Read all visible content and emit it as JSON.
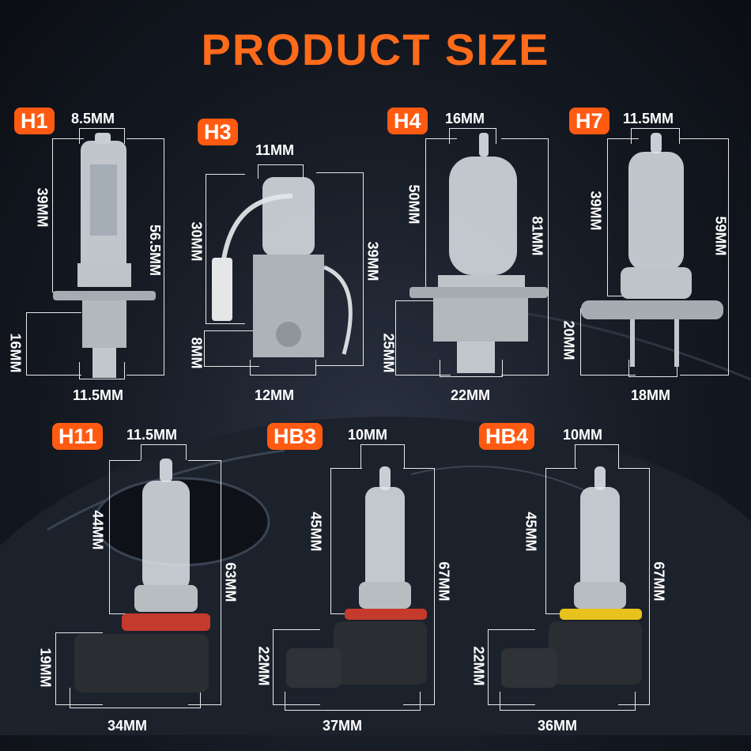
{
  "title": "PRODUCT SIZE",
  "colors": {
    "accent": "#ff5a12",
    "title": "#ff6b1a",
    "background": "#151a23"
  },
  "bulbs": [
    {
      "name": "H1",
      "top": "8.5MM",
      "left_v": "39MM",
      "right_v": "56.5MM",
      "base_v": "16MM",
      "bottom": "11.5MM"
    },
    {
      "name": "H3",
      "top": "11MM",
      "left_v": "30MM",
      "right_v": "39MM",
      "base_v": "8MM",
      "bottom": "12MM"
    },
    {
      "name": "H4",
      "top": "16MM",
      "left_v": "50MM",
      "right_v": "81MM",
      "base_v": "25MM",
      "bottom": "22MM"
    },
    {
      "name": "H7",
      "top": "11.5MM",
      "left_v": "39MM",
      "right_v": "59MM",
      "base_v": "20MM",
      "bottom": "18MM"
    },
    {
      "name": "H11",
      "top": "11.5MM",
      "left_v": "44MM",
      "right_v": "63MM",
      "base_v": "19MM",
      "bottom": "34MM"
    },
    {
      "name": "HB3",
      "top": "10MM",
      "left_v": "45MM",
      "right_v": "67MM",
      "base_v": "22MM",
      "bottom": "37MM"
    },
    {
      "name": "HB4",
      "top": "10MM",
      "left_v": "45MM",
      "right_v": "67MM",
      "base_v": "22MM",
      "bottom": "36MM"
    }
  ]
}
